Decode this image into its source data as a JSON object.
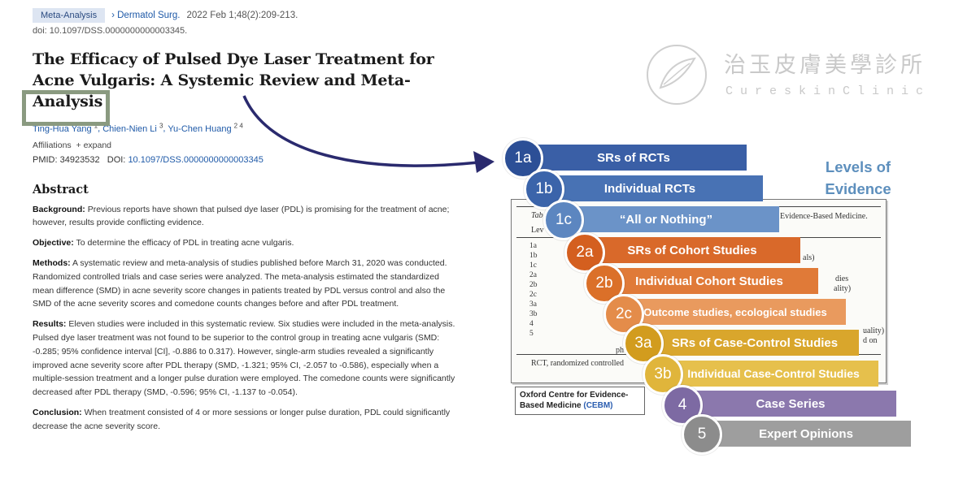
{
  "article": {
    "tag": "Meta-Analysis",
    "journal": "Dermatol Surg.",
    "citation": "2022 Feb 1;48(2):209-213.",
    "doi_line": "doi: 10.1097/DSS.0000000000003345.",
    "title": "The Efficacy of Pulsed Dye Laser Treatment for Acne Vulgaris: A Systemic Review and Meta-Analysis",
    "authors": [
      {
        "name": "Ting-Hua Yang",
        "sup": "1"
      },
      {
        "name": "Chien-Nien Li",
        "sup": "3"
      },
      {
        "name": "Yu-Chen Huang",
        "sup": "2 4"
      }
    ],
    "affiliations": "Affiliations",
    "expand": "+ expand",
    "pmid_label": "PMID:",
    "pmid": "34923532",
    "doi_label": "DOI:",
    "doi_link": "10.1097/DSS.0000000000003345",
    "abstract_heading": "Abstract",
    "sections": [
      {
        "label": "Background:",
        "text": "Previous reports have shown that pulsed dye laser (PDL) is promising for the treatment of acne; however, results provide conflicting evidence."
      },
      {
        "label": "Objective:",
        "text": "To determine the efficacy of PDL in treating acne vulgaris."
      },
      {
        "label": "Methods:",
        "text": "A systematic review and meta-analysis of studies published before March 31, 2020 was conducted. Randomized controlled trials and case series were analyzed. The meta-analysis estimated the standardized mean difference (SMD) in acne severity score changes in patients treated by PDL versus control and also the SMD of the acne severity scores and comedone counts changes before and after PDL treatment."
      },
      {
        "label": "Results:",
        "text": "Eleven studies were included in this systematic review. Six studies were included in the meta-analysis. Pulsed dye laser treatment was not found to be superior to the control group in treating acne vulgaris (SMD: -0.285; 95% confidence interval [CI], -0.886 to 0.317). However, single-arm studies revealed a significantly improved acne severity score after PDL therapy (SMD, -1.321; 95% CI, -2.057 to -0.586), especially when a multiple-session treatment and a longer pulse duration were employed. The comedone counts were significantly decreased after PDL therapy (SMD, -0.596; 95% CI, -1.137 to -0.054)."
      },
      {
        "label": "Conclusion:",
        "text": "When treatment consisted of 4 or more sessions or longer pulse duration, PDL could significantly decrease the acne severity score."
      }
    ]
  },
  "watermark": {
    "chinese": "治玉皮膚美學診所",
    "english": "CureskinClinic"
  },
  "figure": {
    "title_line1": "Levels of",
    "title_line2": "Evidence",
    "levels": [
      {
        "code": "1a",
        "label": "SRs of RCTs",
        "bar_color": "#3a5fa6",
        "circle_color": "#2c4f96"
      },
      {
        "code": "1b",
        "label": "Individual RCTs",
        "bar_color": "#4872b4",
        "circle_color": "#3b64aa"
      },
      {
        "code": "1c",
        "label": "“All or Nothing”",
        "bar_color": "#6b93c8",
        "circle_color": "#5c86c0"
      },
      {
        "code": "2a",
        "label": "SRs of Cohort Studies",
        "bar_color": "#d9692a",
        "circle_color": "#d45f1f"
      },
      {
        "code": "2b",
        "label": "Individual Cohort Studies",
        "bar_color": "#e07a38",
        "circle_color": "#db7029"
      },
      {
        "code": "2c",
        "label": "Outcome studies, ecological studies",
        "bar_color": "#e99a5e",
        "circle_color": "#e48c4a"
      },
      {
        "code": "3a",
        "label": "SRs of Case-Control Studies",
        "bar_color": "#d9a62c",
        "circle_color": "#d29c1e"
      },
      {
        "code": "3b",
        "label": "Individual Case-Control Studies",
        "bar_color": "#e6c04c",
        "circle_color": "#e0b53b"
      },
      {
        "code": "4",
        "label": "Case Series",
        "bar_color": "#8b78ad",
        "circle_color": "#7d6aa3"
      },
      {
        "code": "5",
        "label": "Expert Opinions",
        "bar_color": "#9e9e9e",
        "circle_color": "#8c8c8c"
      }
    ],
    "paper": {
      "caption_start": "Tab",
      "caption_end": "Evidence-Based Medicine.",
      "row_codes": [
        "1a",
        "1b",
        "1c",
        "2a",
        "2b",
        "2c",
        "3a",
        "3b",
        "4",
        "5"
      ],
      "peek_texts": [
        "als)",
        "dies",
        "ality)",
        "uality)",
        "d on",
        "ph"
      ],
      "footer": "RCT, randomized controlled"
    },
    "cebm_line1": "Oxford Centre for Evidence-",
    "cebm_line2": "Based Medicine",
    "cebm_link": "(CEBM)"
  }
}
